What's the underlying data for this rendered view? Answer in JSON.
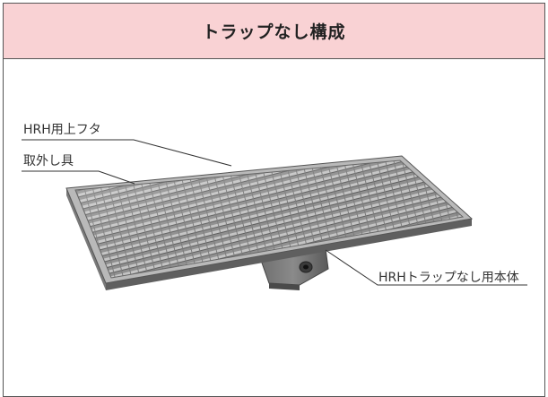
{
  "header": {
    "title": "トラップなし構成"
  },
  "callouts": {
    "lid": "HRH用上フタ",
    "remover": "取外し具",
    "body": "HRHトラップなし用本体"
  }
}
